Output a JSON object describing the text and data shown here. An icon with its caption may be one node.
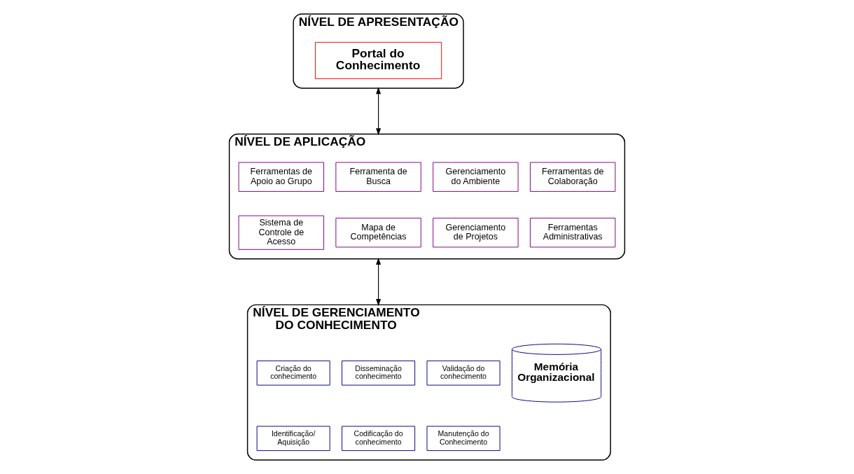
{
  "diagram": {
    "nodes": [
      {
        "text": [
          "NÍVEL DE APRESENTAÇÃO"
        ]
      },
      {
        "text": [
          "Portal do Conhecimento"
        ],
        "in": 0
      },
      {
        "text": [
          "NÍVEL DE APLICAÇÃO"
        ]
      },
      {
        "text": [
          "Ferramentas de Apoio ao Grupo"
        ],
        "in": 2
      },
      {
        "text": [
          "Ferramenta de Busca"
        ],
        "in": 2
      },
      {
        "text": [
          "Gerenciamento do Ambiente"
        ],
        "in": 2
      },
      {
        "text": [
          "Ferramentas de Colaboração"
        ],
        "in": 2
      },
      {
        "text": [
          "Sistema de Controle de Acesso"
        ],
        "in": 2
      },
      {
        "text": [
          "Mapa de Competências"
        ],
        "in": 2
      },
      {
        "text": [
          "Gerenciamento de Projetos"
        ],
        "in": 2
      },
      {
        "text": [
          "Ferramentas Administrativas"
        ],
        "in": 2
      },
      {
        "text": [
          "NÍVEL DE GERENCIAMENTO DO CONHECIMENTO"
        ]
      },
      {
        "text": [
          "Criação do conhecimento"
        ],
        "in": 11
      },
      {
        "text": [
          "Disseminação conhecimento"
        ],
        "in": 11
      },
      {
        "text": [
          "Validação do conhecimento"
        ],
        "in": 11
      },
      {
        "text": [
          "Identificação/ Aquisição"
        ],
        "in": 11
      },
      {
        "text": [
          "Codificação do conhecimento"
        ],
        "in": 11
      },
      {
        "text": [
          "Manutenção do Conhecimento"
        ],
        "in": 11
      },
      {
        "text": [
          "Memória Organizacional"
        ],
        "in": 11
      }
    ],
    "edges": [
      {
        "from": 0,
        "to": 2,
        "arrow": "both"
      },
      {
        "from": 2,
        "to": 11,
        "arrow": "both"
      }
    ]
  }
}
